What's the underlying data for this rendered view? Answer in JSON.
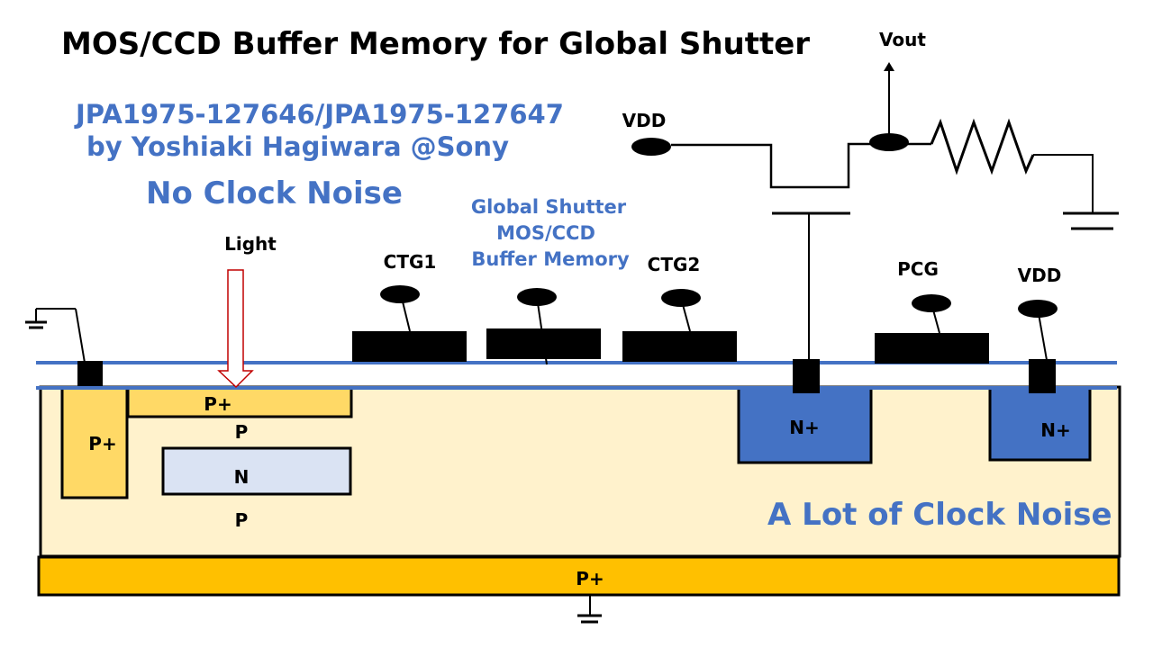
{
  "title": "MOS/CCD Buffer Memory for Global Shutter",
  "patent_line1": "JPA1975-127646/JPA1975-127647",
  "patent_line2": "by Yoshiaki Hagiwara @Sony",
  "no_clock_noise": "No Clock Noise",
  "a_lot_clock_noise": "A Lot of Clock Noise",
  "light_label": "Light",
  "buffer_label": {
    "line1": "Global Shutter",
    "line2": "MOS/CCD",
    "line3": "Buffer Memory"
  },
  "gates": {
    "ctg1": "CTG1",
    "ctg2": "CTG2",
    "pcg": "PCG",
    "vdd_right": "VDD"
  },
  "circuit": {
    "vdd": "VDD",
    "vout": "Vout"
  },
  "regions": {
    "p_plus_left": "P+",
    "p_plus_top": "P+",
    "p_mid": "P",
    "n": "N",
    "p_low": "P",
    "n_plus_1": "N+",
    "n_plus_2": "N+",
    "p_plus_bottom": "P+"
  },
  "colors": {
    "blue_text": "#4472C4",
    "substrate": "#FFF2CC",
    "p_plus": "#FFD966",
    "p_plus_bottom": "#FFC000",
    "n_region": "#DAE3F3",
    "n_plus": "#4472C4",
    "oxide_line": "#4472C4",
    "light_arrow": "#C00000"
  }
}
